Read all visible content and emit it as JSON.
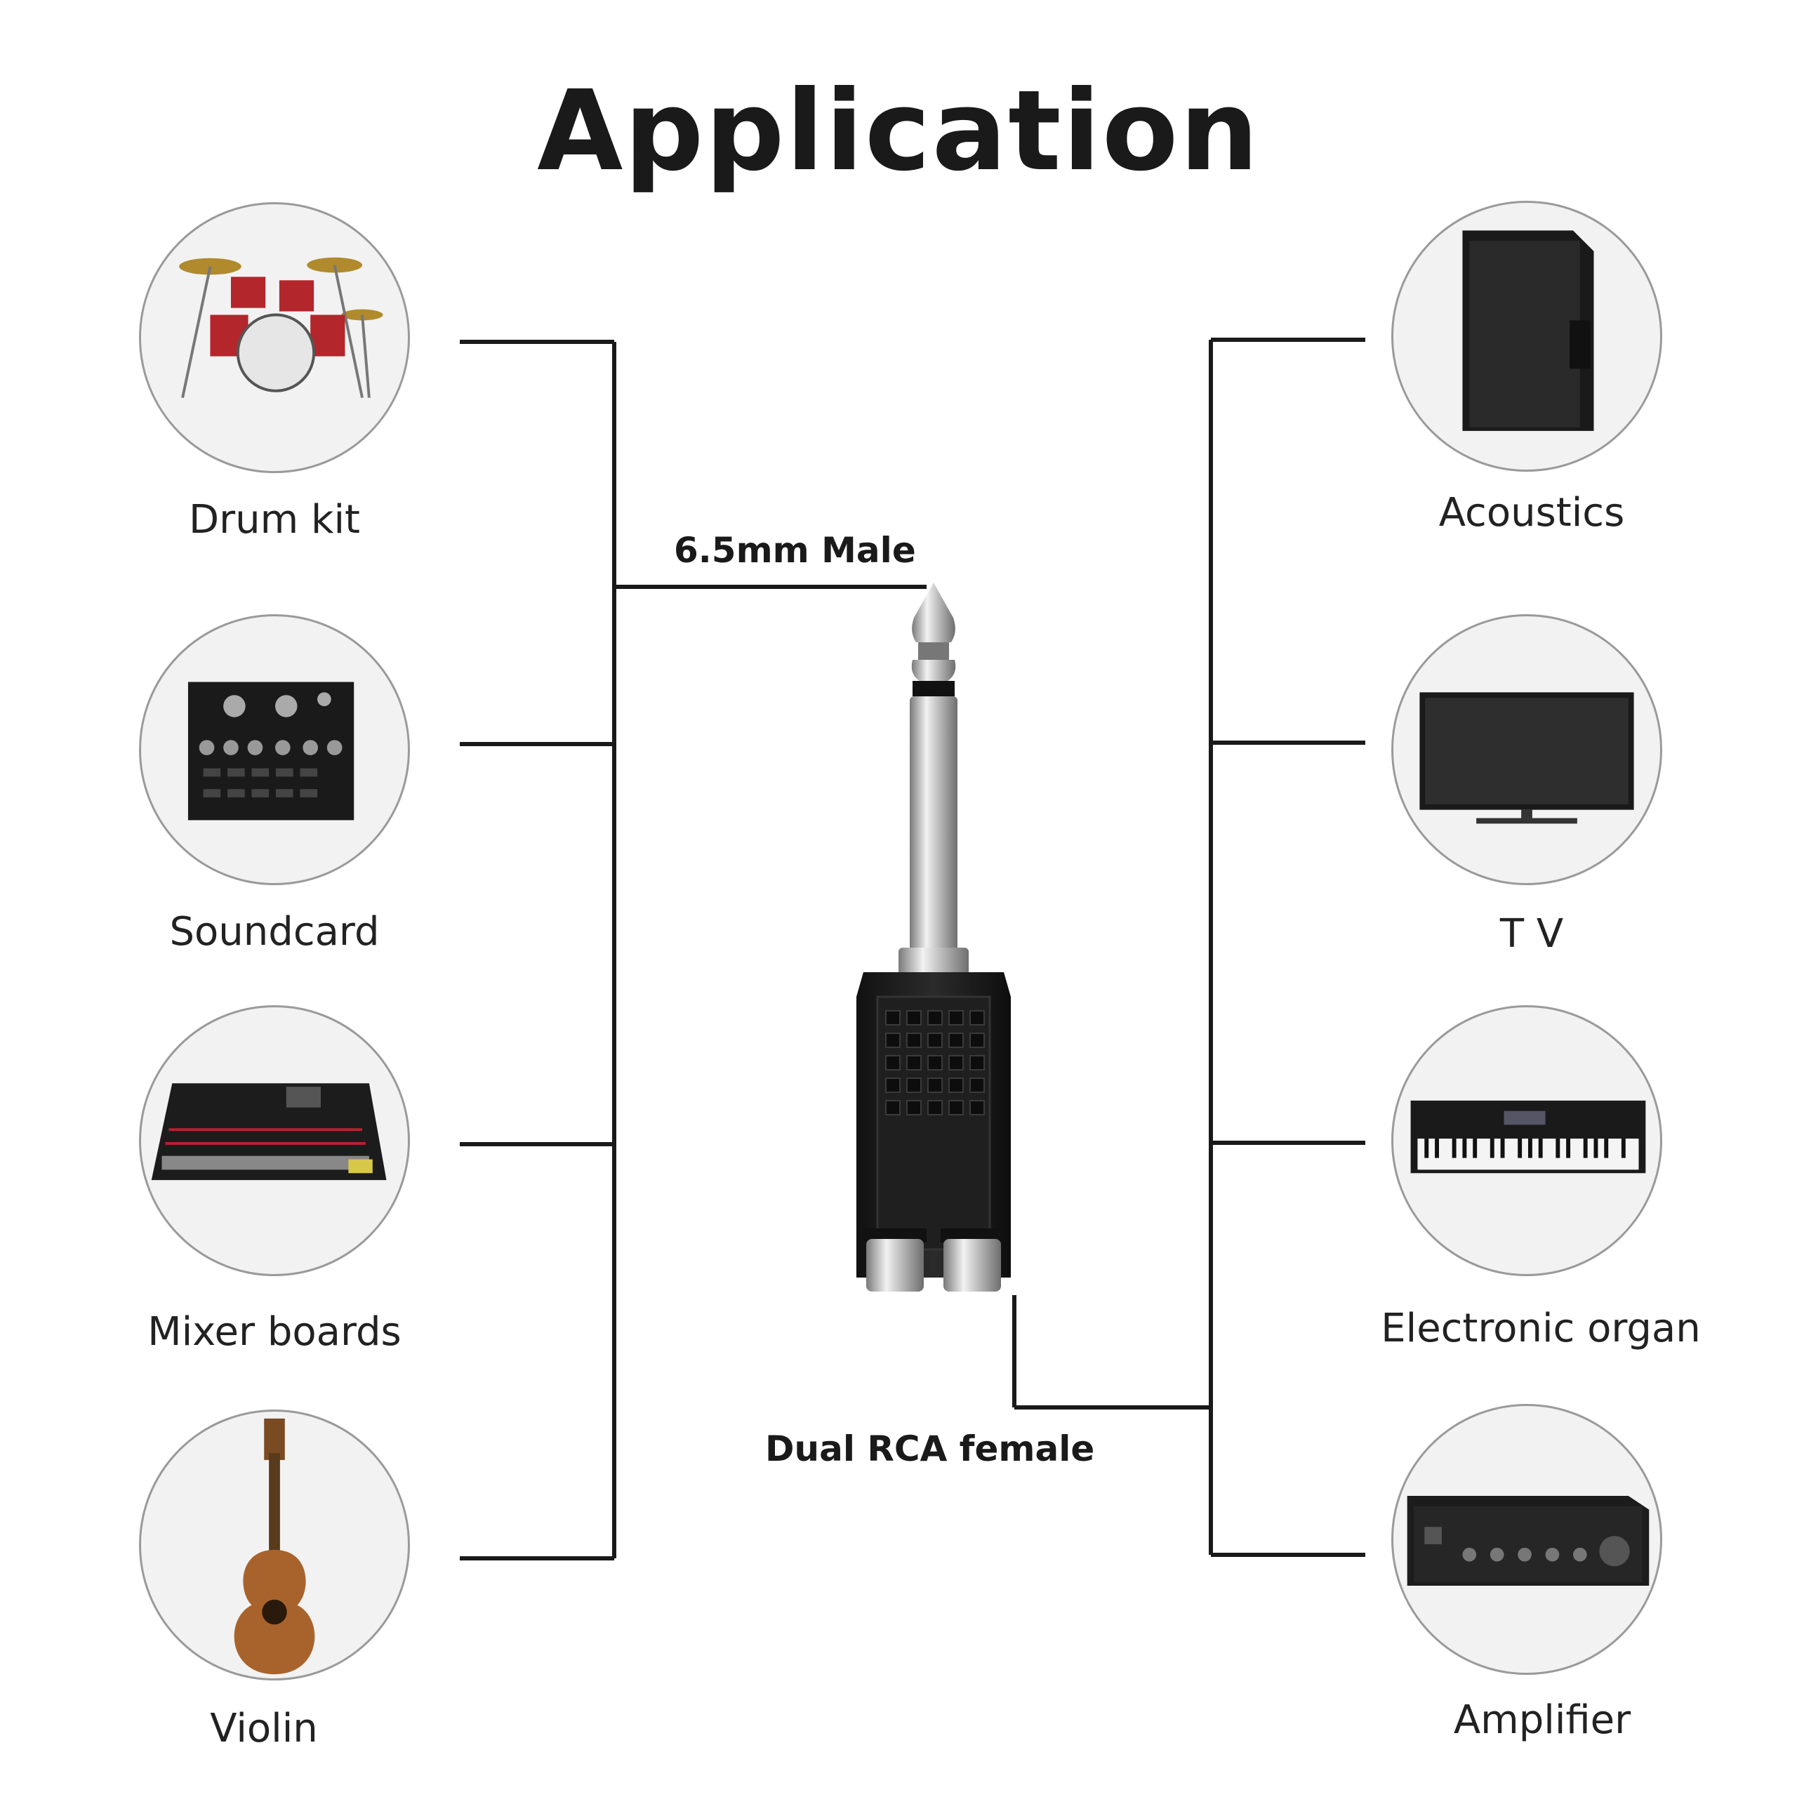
{
  "title": "Application",
  "callouts": {
    "male": "6.5mm Male",
    "female": "Dual RCA female"
  },
  "left_devices": [
    {
      "label": "Drum kit",
      "icon": "drum-kit-icon"
    },
    {
      "label": "Soundcard",
      "icon": "soundcard-icon"
    },
    {
      "label": "Mixer boards",
      "icon": "mixer-board-icon"
    },
    {
      "label": "Violin",
      "icon": "ukulele-icon"
    }
  ],
  "right_devices": [
    {
      "label": "Acoustics",
      "icon": "speaker-icon"
    },
    {
      "label": "T V",
      "icon": "tv-icon"
    },
    {
      "label": "Electronic organ",
      "icon": "keyboard-icon"
    },
    {
      "label": "Amplifier",
      "icon": "amplifier-icon"
    }
  ],
  "colors": {
    "line": "#1a1a1a",
    "circle_border": "#9a9a9a",
    "adapter_body": "#1c1c1c",
    "metal": "#c8c8c8"
  }
}
